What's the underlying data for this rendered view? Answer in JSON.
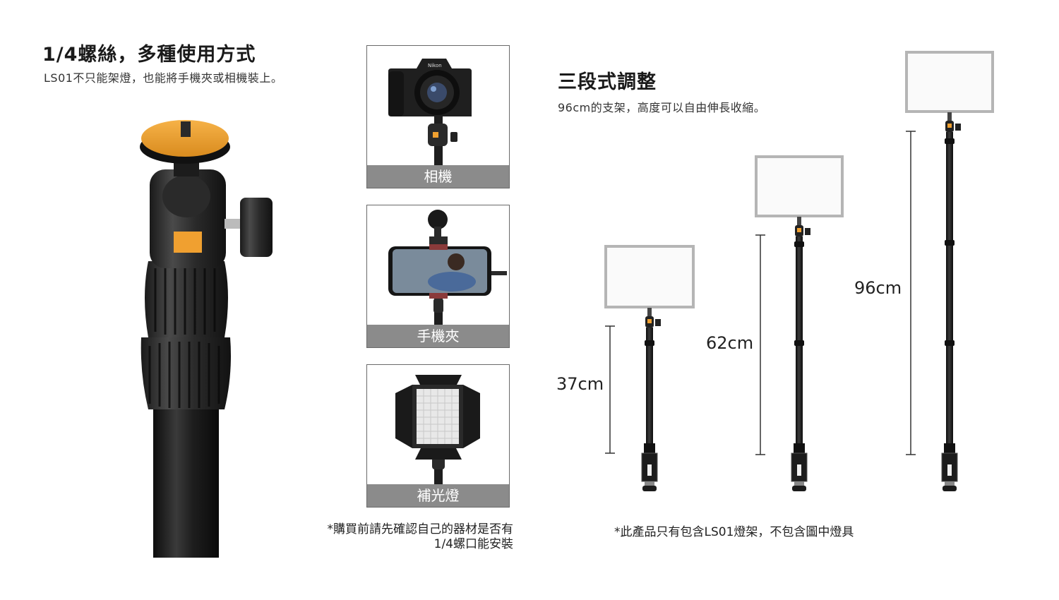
{
  "left": {
    "heading": "1/4螺絲，多種使用方式",
    "subtitle": "LS01不只能架燈，也能將手機夾或相機裝上。"
  },
  "panels": [
    {
      "label": "相機",
      "device": "Nikon"
    },
    {
      "label": "手機夾"
    },
    {
      "label": "補光燈"
    }
  ],
  "purchase_note": {
    "line1": "*購買前請先確認自己的器材是否有",
    "line2": "1/4螺口能安裝"
  },
  "right": {
    "heading": "三段式調整",
    "subtitle": "96cm的支架，高度可以自由伸長收縮。",
    "heights": [
      "37cm",
      "62cm",
      "96cm"
    ],
    "disclaimer": "*此產品只有包含LS01燈架，不包含圖中燈具"
  },
  "colors": {
    "accent_orange": "#f0a030",
    "stand_black": "#1e1e1e",
    "label_gray": "#8b8b8b"
  }
}
